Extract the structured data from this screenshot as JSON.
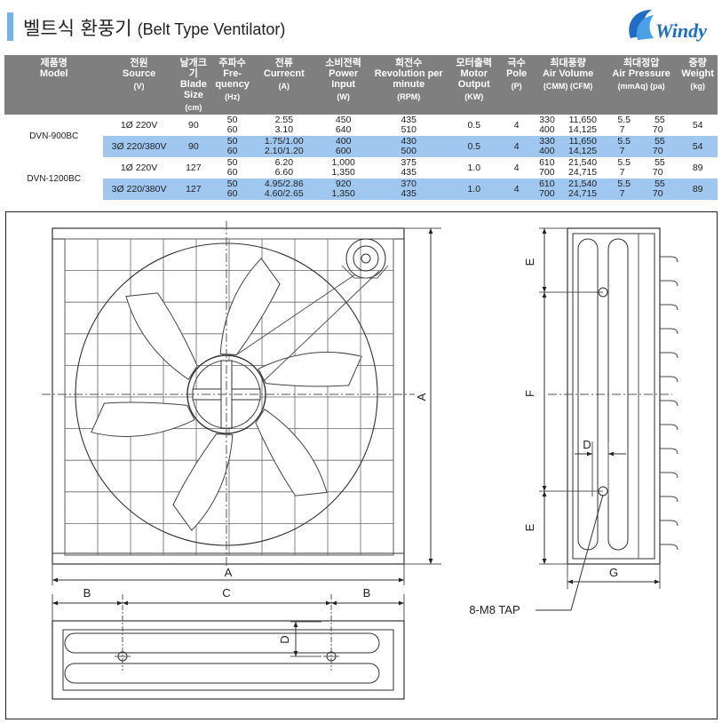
{
  "header": {
    "title_ko": "벨트식 환풍기",
    "title_en": "(Belt Type Ventilator)",
    "logo_text": "Windy"
  },
  "table": {
    "columns": [
      {
        "ko": "제품명",
        "en": "Model",
        "unit": ""
      },
      {
        "ko": "전원",
        "en": "Source",
        "unit": "(V)"
      },
      {
        "ko": "날개크기",
        "en": "Blade Size",
        "unit": "(cm)"
      },
      {
        "ko": "주파수",
        "en": "Fre-quency",
        "unit": "(Hz)"
      },
      {
        "ko": "전류",
        "en": "Currecnt",
        "unit": "(A)"
      },
      {
        "ko": "소비전력",
        "en": "Power Input",
        "unit": "(W)"
      },
      {
        "ko": "회전수",
        "en": "Revolution per minute",
        "unit": "(RPM)"
      },
      {
        "ko": "모터출력",
        "en": "Motor Output",
        "unit": "(KW)"
      },
      {
        "ko": "극수",
        "en": "Pole",
        "unit": "(P)"
      },
      {
        "ko": "최대풍량",
        "en": "Air Volume",
        "unit": "(CMM) (CFM)"
      },
      {
        "ko": "최대정압",
        "en": "Air Pressure",
        "unit": "(mmAq) (pa)"
      },
      {
        "ko": "중량",
        "en": "Weight",
        "unit": "(kg)"
      }
    ],
    "models": [
      {
        "name": "DVN-900BC",
        "rows": [
          {
            "source": "1Ø 220V",
            "blade": "90",
            "hz": [
              "50",
              "60"
            ],
            "current": [
              "2.55",
              "3.10"
            ],
            "power": [
              "450",
              "640"
            ],
            "rpm": [
              "435",
              "510"
            ],
            "motor": "0.5",
            "pole": "4",
            "cmm": [
              "330",
              "400"
            ],
            "cfm": [
              "11,650",
              "14,125"
            ],
            "mmaq": [
              "5.5",
              "7"
            ],
            "pa": [
              "55",
              "70"
            ],
            "weight": "54",
            "highlight": false
          },
          {
            "source": "3Ø 220/380V",
            "blade": "90",
            "hz": [
              "50",
              "60"
            ],
            "current": [
              "1.75/1.00",
              "2.10/1.20"
            ],
            "power": [
              "400",
              "600"
            ],
            "rpm": [
              "430",
              "500"
            ],
            "motor": "0.5",
            "pole": "4",
            "cmm": [
              "330",
              "400"
            ],
            "cfm": [
              "11,650",
              "14,125"
            ],
            "mmaq": [
              "5.5",
              "7"
            ],
            "pa": [
              "55",
              "70"
            ],
            "weight": "54",
            "highlight": true
          }
        ]
      },
      {
        "name": "DVN-1200BC",
        "rows": [
          {
            "source": "1Ø 220V",
            "blade": "127",
            "hz": [
              "50",
              "60"
            ],
            "current": [
              "6.20",
              "6.60"
            ],
            "power": [
              "1,000",
              "1,350"
            ],
            "rpm": [
              "375",
              "435"
            ],
            "motor": "1.0",
            "pole": "4",
            "cmm": [
              "610",
              "700"
            ],
            "cfm": [
              "21,540",
              "24,715"
            ],
            "mmaq": [
              "5.5",
              "7"
            ],
            "pa": [
              "55",
              "70"
            ],
            "weight": "89",
            "highlight": false
          },
          {
            "source": "3Ø 220/380V",
            "blade": "127",
            "hz": [
              "50",
              "60"
            ],
            "current": [
              "4.95/2.86",
              "4.60/2.65"
            ],
            "power": [
              "920",
              "1,350"
            ],
            "rpm": [
              "370",
              "435"
            ],
            "motor": "1.0",
            "pole": "4",
            "cmm": [
              "610",
              "700"
            ],
            "cfm": [
              "21,540",
              "24,715"
            ],
            "mmaq": [
              "5.5",
              "7"
            ],
            "pa": [
              "55",
              "70"
            ],
            "weight": "89",
            "highlight": true
          }
        ]
      }
    ],
    "highlight_color": "#9fc7ef",
    "header_color": "#7f7f7f"
  },
  "drawing": {
    "dim_a": "A",
    "dim_b": "B",
    "dim_c": "C",
    "dim_d": "D",
    "dim_e": "E",
    "dim_f": "F",
    "dim_g": "G",
    "tap_label": "8-M8 TAP"
  }
}
